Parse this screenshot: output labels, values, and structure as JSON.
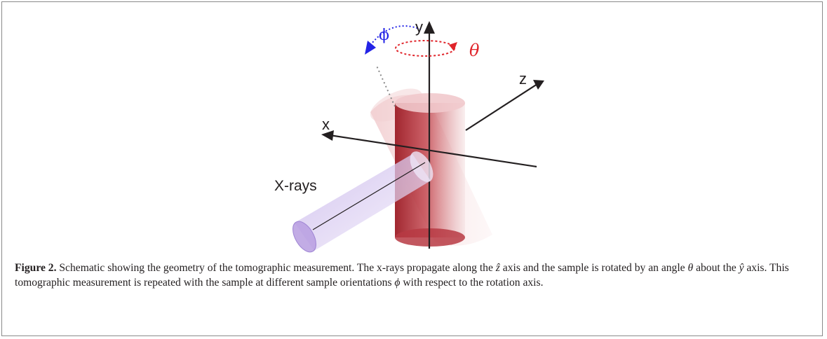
{
  "diagram": {
    "axis_labels": {
      "x": "x",
      "y": "y",
      "z": "z"
    },
    "beam_label": "X-rays",
    "angle_labels": {
      "phi": "ϕ",
      "theta": "θ"
    },
    "colors": {
      "axis": "#231f20",
      "beam": "#b79ee0",
      "sample": "#c0393f",
      "phi_arrow": "#2323e6",
      "theta_arrow": "#e0242a"
    }
  },
  "caption": {
    "label": "Figure 2.",
    "text_1": " Schematic showing the geometry of the tomographic measurement. The x-rays propagate along the ",
    "z_hat": "ẑ",
    "text_2": " axis and the sample is rotated by an angle ",
    "theta": "θ",
    "text_3": " about the ",
    "y_hat": "ŷ",
    "text_4": " axis. This tomographic measurement is repeated with the sample at different sample orientations ",
    "phi": "ϕ",
    "text_5": " with respect to the rotation axis."
  }
}
